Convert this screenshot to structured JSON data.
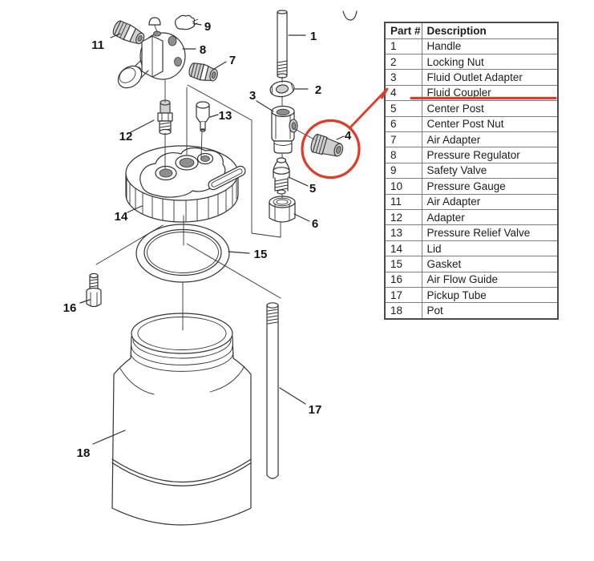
{
  "table": {
    "headers": [
      "Part #",
      "Description"
    ],
    "rows": [
      {
        "num": "1",
        "desc": "Handle"
      },
      {
        "num": "2",
        "desc": "Locking Nut"
      },
      {
        "num": "3",
        "desc": "Fluid Outlet Adapter"
      },
      {
        "num": "4",
        "desc": "Fluid Coupler"
      },
      {
        "num": "5",
        "desc": "Center Post"
      },
      {
        "num": "6",
        "desc": "Center Post Nut"
      },
      {
        "num": "7",
        "desc": "Air Adapter"
      },
      {
        "num": "8",
        "desc": "Pressure Regulator"
      },
      {
        "num": "9",
        "desc": "Safety Valve"
      },
      {
        "num": "10",
        "desc": "Pressure Gauge"
      },
      {
        "num": "11",
        "desc": "Air Adapter"
      },
      {
        "num": "12",
        "desc": "Adapter"
      },
      {
        "num": "13",
        "desc": "Pressure Relief Valve"
      },
      {
        "num": "14",
        "desc": "Lid"
      },
      {
        "num": "15",
        "desc": "Gasket"
      },
      {
        "num": "16",
        "desc": "Air Flow Guide"
      },
      {
        "num": "17",
        "desc": "Pickup Tube"
      },
      {
        "num": "18",
        "desc": "Pot"
      }
    ]
  },
  "diagram": {
    "callouts": {
      "c1": "1",
      "c2": "2",
      "c3": "3",
      "c4": "4",
      "c5": "5",
      "c6": "6",
      "c7": "7",
      "c8": "8",
      "c9": "9",
      "c11": "11",
      "c12": "12",
      "c13": "13",
      "c14": "14",
      "c15": "15",
      "c16": "16",
      "c17": "17",
      "c18": "18"
    }
  },
  "annotation": {
    "color": "#e03a28",
    "highlighted_part_number": "4",
    "highlighted_part_name": "Fluid Coupler"
  }
}
